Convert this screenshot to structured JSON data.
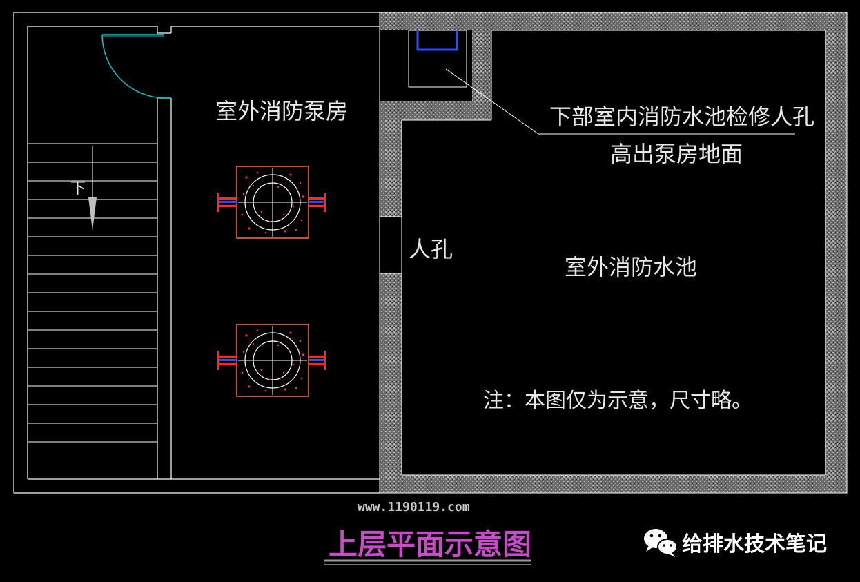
{
  "labels": {
    "pump_room": "室外消防泵房",
    "manhole_note_line1": "下部室内消防水池检修人孔",
    "manhole_note_line2": "高出泵房地面",
    "manhole": "人孔",
    "outdoor_pool": "室外消防水池",
    "note": "注：本图仅为示意，尺寸略。",
    "stair_down": "下"
  },
  "footer": {
    "url": "www.1190119.com",
    "title": "上层平面示意图",
    "brand": "给排水技术笔记"
  },
  "colors": {
    "background": "#000000",
    "line": "#ffffff",
    "wall_hatch": "#8c8c8c",
    "door": "#00c8d2",
    "pump_box": "#ff6e46",
    "pipe_blue": "#3c46ff",
    "pipe_red": "#ff2828",
    "hatch_box": "#2850ff",
    "title": "#c84bc8",
    "url": "#c8c8c8",
    "brand": "#ffffff"
  },
  "icons": [
    "wechat-icon",
    "stair-arrow-down-icon"
  ]
}
